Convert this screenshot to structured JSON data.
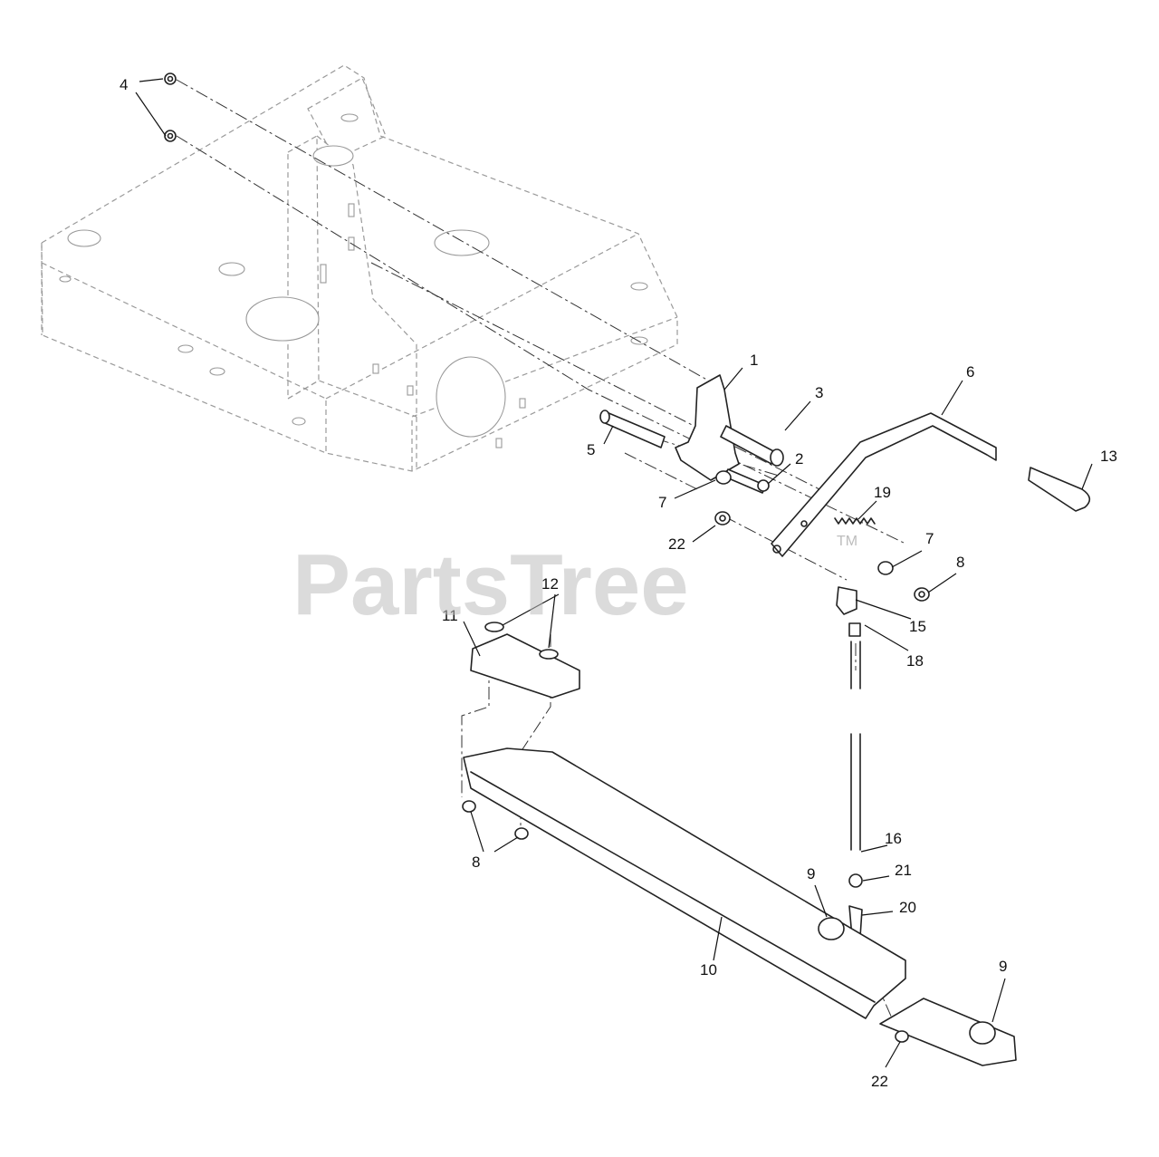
{
  "watermark": {
    "text": "PartsTree",
    "trademark": "TM"
  },
  "callouts": [
    {
      "id": "c4a",
      "label": "4"
    },
    {
      "id": "c1",
      "label": "1"
    },
    {
      "id": "c3",
      "label": "3"
    },
    {
      "id": "c6",
      "label": "6"
    },
    {
      "id": "c13",
      "label": "13"
    },
    {
      "id": "c5",
      "label": "5"
    },
    {
      "id": "c2",
      "label": "2"
    },
    {
      "id": "c7a",
      "label": "7"
    },
    {
      "id": "c19",
      "label": "19"
    },
    {
      "id": "c22a",
      "label": "22"
    },
    {
      "id": "c7b",
      "label": "7"
    },
    {
      "id": "c8a",
      "label": "8"
    },
    {
      "id": "c12",
      "label": "12"
    },
    {
      "id": "c11",
      "label": "11"
    },
    {
      "id": "c15",
      "label": "15"
    },
    {
      "id": "c18",
      "label": "18"
    },
    {
      "id": "c16",
      "label": "16"
    },
    {
      "id": "c8b",
      "label": "8"
    },
    {
      "id": "c9a",
      "label": "9"
    },
    {
      "id": "c21",
      "label": "21"
    },
    {
      "id": "c20",
      "label": "20"
    },
    {
      "id": "c10",
      "label": "10"
    },
    {
      "id": "c9b",
      "label": "9"
    },
    {
      "id": "c22b",
      "label": "22"
    }
  ]
}
